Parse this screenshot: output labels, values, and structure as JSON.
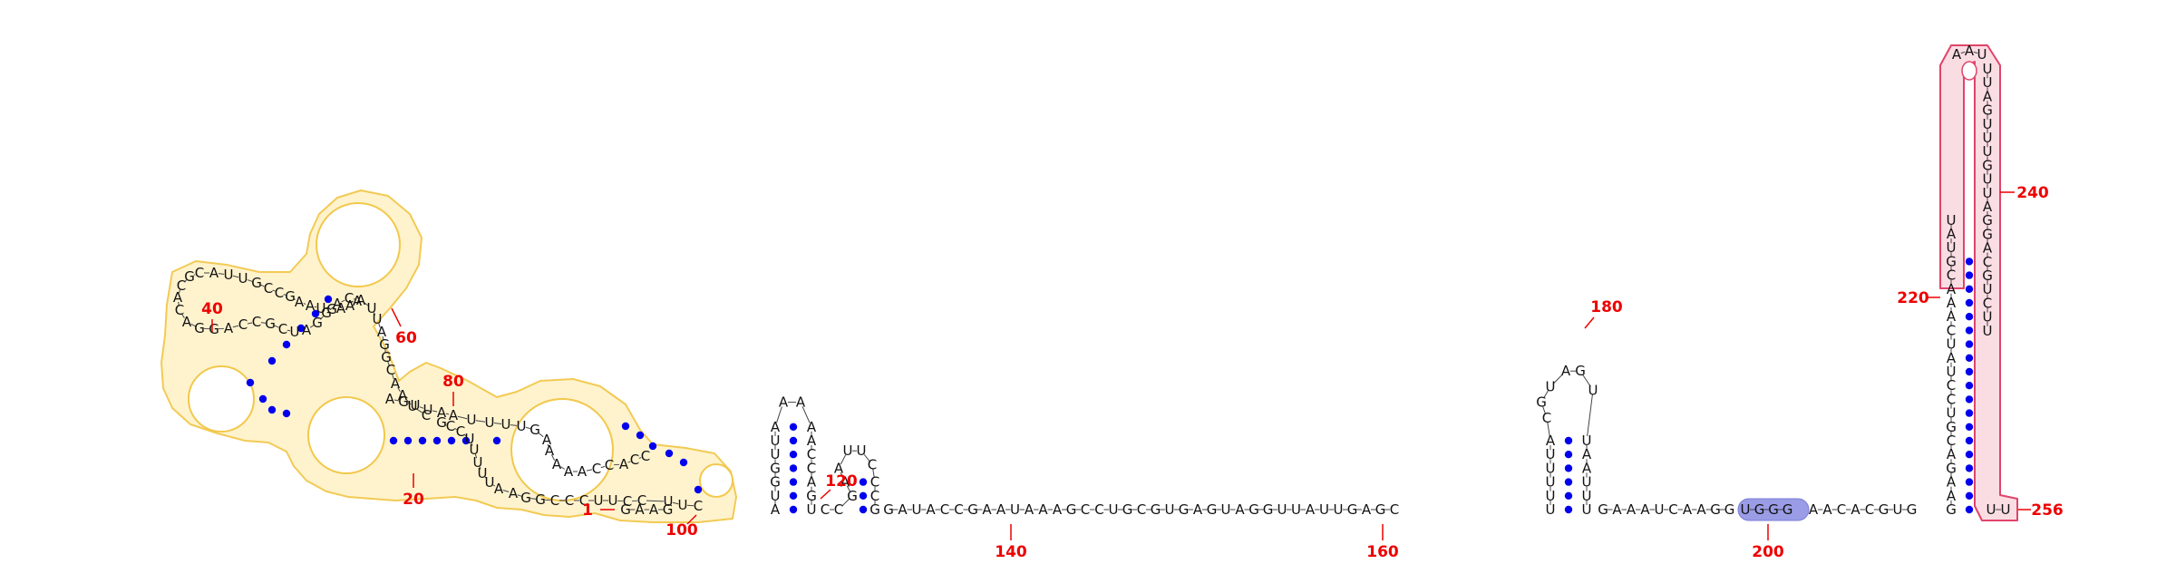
{
  "diagram": {
    "type": "rna-secondary-structure",
    "colors": {
      "pair_dot": "#0000ee",
      "number_label": "#ee0000",
      "highlight_yellow_stroke": "#f2c84b",
      "highlight_yellow_fill": "#fff3cc",
      "highlight_pink_stroke": "#e0446a",
      "highlight_pink_fill": "#fadde3",
      "highlight_blue_fill": "#9a9ce6",
      "base_text": "#111111",
      "backbone": "#444444"
    },
    "position_labels": {
      "n1": "1",
      "n20": "20",
      "n40": "40",
      "n60": "60",
      "n80": "80",
      "n100": "100",
      "n120": "120",
      "n140": "140",
      "n160": "160",
      "n180": "180",
      "n200": "200",
      "n220": "220",
      "n240": "240",
      "n256": "256"
    },
    "segments": {
      "start": "GAAG",
      "left_domain_5p": "CUUCCUUCCCGGAAUUUUUCCG",
      "left_top_loop": "CUAACGGAUUACAGGAUCGCCAGGACACGCAUUGCCGAAUGAAA",
      "left_domain_3p": "AGUUAAUUUUGAAAAACCACC",
      "stem_110": "AUGGUUAAAAACCAGU",
      "stem_120": "CCGAAUUCCCG",
      "linker_140_160": "GAUACCGAAUAAAGCCUGCGUGAGUAGGUUAUUGAGC",
      "stem_180": "UUUUUACGUAGUUAAUUU",
      "linker_190_200": "GAAAUCAAGG",
      "blue_box": "UGGG",
      "linker_210": "AACACGUG",
      "stem_240_5p": "GAAGACGUCCUAUCAAACGUAU",
      "stem_240_loop": "AAU",
      "stem_240_3p": "UUAGUUUGUUAGGACGUCUU"
    }
  }
}
